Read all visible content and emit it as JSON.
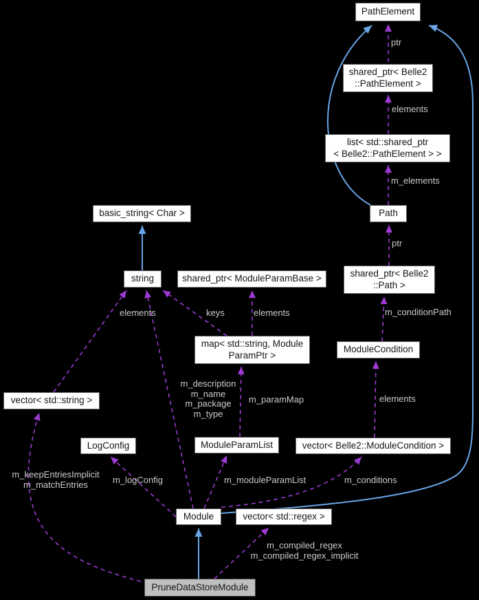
{
  "diagram": {
    "kind": "collaboration-graph",
    "selected_node": "PruneDataStoreModule"
  },
  "colors": {
    "background": "#000000",
    "node_fill": "#ffffff",
    "node_border": "#666666",
    "selected_node_fill": "#bfbfbf",
    "inheritance_edge": "#68a6e8",
    "usage_edge": "#9c3ad2",
    "edge_label_text": "#cccccc",
    "node_text": "#151515"
  },
  "nodes": {
    "path_element": {
      "label": "PathElement"
    },
    "shared_ptr_path_element": {
      "label": "shared_ptr< Belle2\n::PathElement >"
    },
    "list_shared_ptr_path_element": {
      "label": "list< std::shared_ptr\n< Belle2::PathElement > >"
    },
    "path": {
      "label": "Path"
    },
    "basic_string_char": {
      "label": "basic_string< Char >"
    },
    "string": {
      "label": "string"
    },
    "shared_ptr_module_param_base": {
      "label": "shared_ptr< ModuleParamBase >"
    },
    "shared_ptr_path": {
      "label": "shared_ptr< Belle2\n::Path >"
    },
    "map_string_module_param_ptr": {
      "label": "map< std::string, Module\nParamPtr >"
    },
    "module_condition": {
      "label": "ModuleCondition"
    },
    "vector_string": {
      "label": "vector< std::string >"
    },
    "log_config": {
      "label": "LogConfig"
    },
    "module_param_list": {
      "label": "ModuleParamList"
    },
    "vector_module_condition": {
      "label": "vector< Belle2::ModuleCondition >"
    },
    "module": {
      "label": "Module"
    },
    "vector_regex": {
      "label": "vector< std::regex >"
    },
    "prune_data_store_module": {
      "label": "PruneDataStoreModule"
    }
  },
  "edge_labels": {
    "ptr_top": "ptr",
    "elements_top": "elements",
    "m_elements": "m_elements",
    "ptr_mid": "ptr",
    "m_condition_path": "m_conditionPath",
    "elements_right": "elements",
    "keys": "keys",
    "elements_mid": "elements",
    "elements_left": "elements",
    "module_members": "m_description\nm_name\nm_package\nm_type",
    "m_param_map": "m_paramMap",
    "m_keep_entries": "m_keepEntriesImplicit\nm_matchEntries",
    "m_log_config": "m_logConfig",
    "m_module_param_list": "m_moduleParamList",
    "m_conditions": "m_conditions",
    "m_compiled_regex": "m_compiled_regex\nm_compiled_regex_implicit"
  }
}
